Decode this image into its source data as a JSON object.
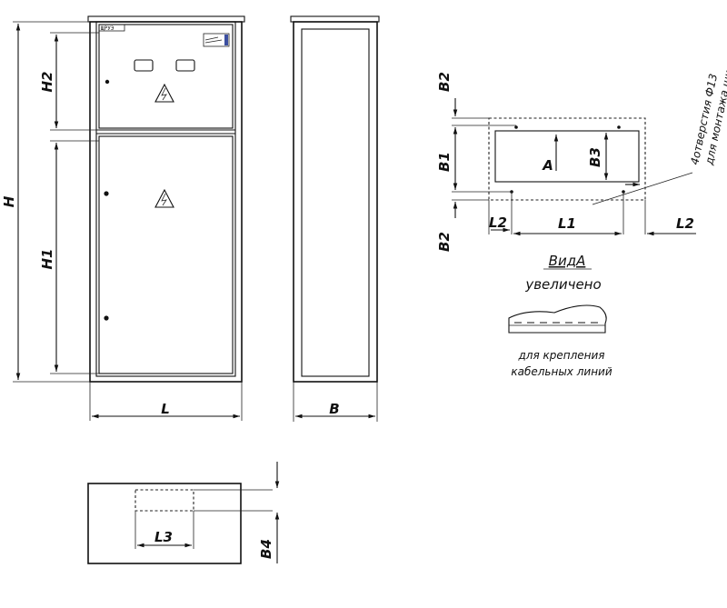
{
  "labels": {
    "H": "H",
    "H1": "H1",
    "H2": "H2",
    "L": "L",
    "B": "B",
    "B1": "B1",
    "B2_top": "B2",
    "B2_bottom": "B2",
    "B3": "B3",
    "A": "A",
    "L1": "L1",
    "L2_left": "L2",
    "L2_right": "L2",
    "L3": "L3",
    "B4": "B4"
  },
  "notes": {
    "holes_line1": "4отверстия Ф13",
    "holes_line2": "для монтажа шкафа",
    "view_title": "ВидА",
    "view_subtitle": "увеличено",
    "cable_line1": "для крепления",
    "cable_line2": "кабельных линий"
  },
  "plate_text": "ЩРУЭ",
  "icons": {
    "hazard": "high-voltage-warning-icon",
    "lock": "door-lock-icon"
  }
}
